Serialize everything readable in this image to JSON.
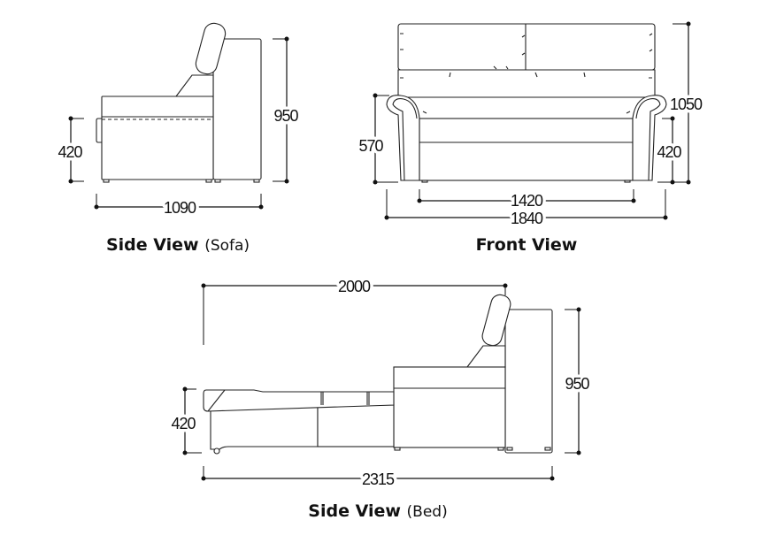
{
  "side_sofa": {
    "title": "Side View",
    "subtitle": "(Sofa)",
    "dims": {
      "height": "950",
      "seat_height": "420",
      "depth": "1090"
    }
  },
  "front": {
    "title": "Front View",
    "dims": {
      "arm_height": "570",
      "seat_height": "420",
      "height": "1050",
      "seat_width": "1420",
      "width": "1840"
    }
  },
  "side_bed": {
    "title": "Side View",
    "subtitle": "(Bed)",
    "dims": {
      "bed_length": "2000",
      "bed_height": "420",
      "height": "950",
      "total_length": "2315"
    }
  }
}
